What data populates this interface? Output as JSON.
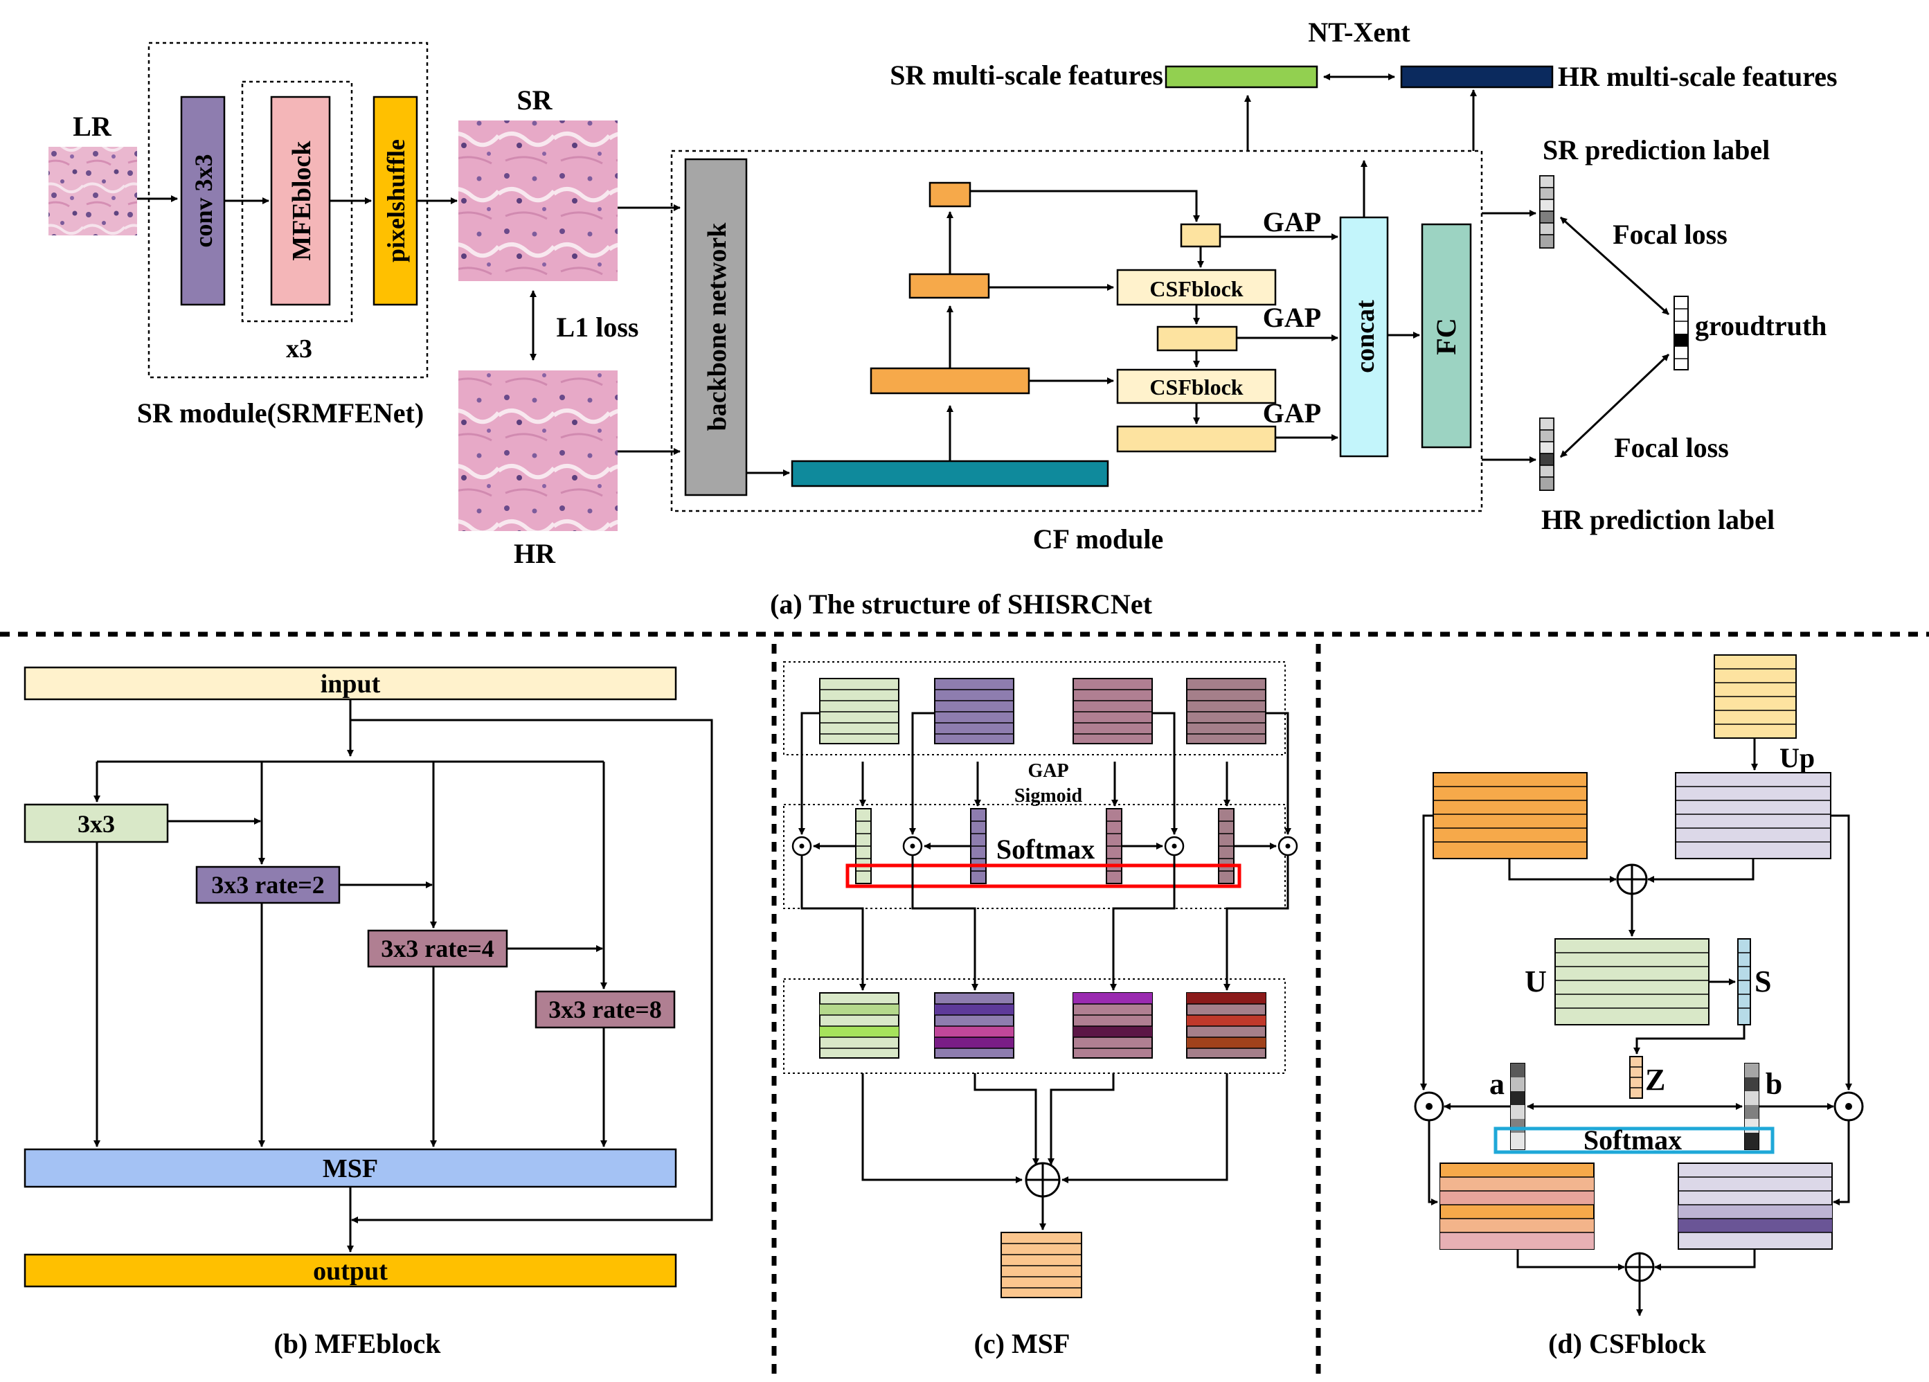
{
  "panel_a": {
    "caption": "(a)  The structure of SHISRCNet",
    "lr_label": "LR",
    "sr_label": "SR",
    "hr_label": "HR",
    "conv_label": "conv 3x3",
    "mfe_label": "MFEblock",
    "pixelshuffle_label": "pixelshuffle",
    "repeat_label": "x3",
    "sr_module_label": "SR module(SRMFENet)",
    "l1_label": "L1 loss",
    "backbone_label": "backbone network",
    "csf_label": "CSFblock",
    "gap_label": "GAP",
    "concat_label": "concat",
    "fc_label": "FC",
    "cf_module_label": "CF module",
    "ntxent_label": "NT-Xent",
    "sr_feat_label": "SR multi-scale features",
    "hr_feat_label": "HR multi-scale features",
    "sr_pred_label": "SR prediction label",
    "hr_pred_label": "HR prediction label",
    "focal_label": "Focal loss",
    "gt_label": "groudtruth"
  },
  "panel_b": {
    "caption": "(b) MFEblock",
    "input_label": "input",
    "conv1_label": "3x3",
    "conv2_label": "3x3 rate=2",
    "conv4_label": "3x3 rate=4",
    "conv8_label": "3x3 rate=8",
    "msf_label": "MSF",
    "output_label": "output"
  },
  "panel_c": {
    "caption": "(c) MSF",
    "gap_label": "GAP",
    "sigmoid_label": "Sigmoid",
    "softmax_label": "Softmax"
  },
  "panel_d": {
    "caption": "(d) CSFblock",
    "up_label": "Up",
    "u_label": "U",
    "s_label": "S",
    "z_label": "Z",
    "a_label": "a",
    "b_label": "b",
    "softmax_label": "Softmax"
  },
  "colors": {
    "conv_purple": "#8e7daf",
    "mfe_pink": "#f4b6b8",
    "pixelshuffle_yellow": "#ffc000",
    "backbone_gray": "#a6a6a6",
    "feature_teal": "#0f8a9c",
    "feature_orange": "#f6a94a",
    "feature_lightyellow": "#fde3a0",
    "concat_cyan": "#c3f5fb",
    "fc_green": "#9cd3c2",
    "sr_feat_green": "#92d050",
    "hr_feat_navy": "#0b2a5e",
    "input_cream": "#fff2cc",
    "conv1_green": "#d9e8c8",
    "msf_blue": "#a4c2f4",
    "output_yellow": "#ffc000",
    "softmax_red": "#ff0000",
    "softmax_blue": "#1fa8d8",
    "tissue_pink": "#e8aac6"
  }
}
